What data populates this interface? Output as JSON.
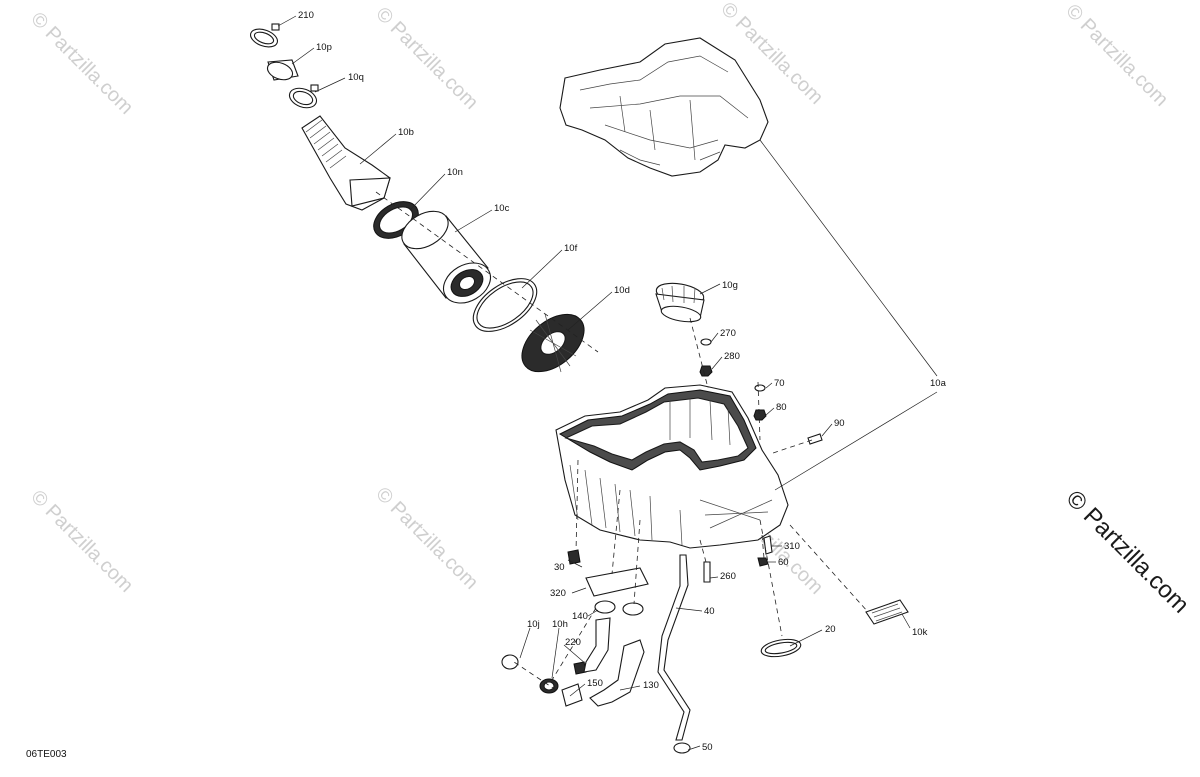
{
  "diagram_code": "06TE003",
  "watermark_text": "© Partzilla.com",
  "callouts": {
    "c210": "210",
    "c10p": "10p",
    "c10q": "10q",
    "c10b": "10b",
    "c10n": "10n",
    "c10c": "10c",
    "c10f": "10f",
    "c10d": "10d",
    "c10g": "10g",
    "c270": "270",
    "c280": "280",
    "c70": "70",
    "c80": "80",
    "c90": "90",
    "c10a": "10a",
    "c310": "310",
    "c60": "60",
    "c260": "260",
    "c30": "30",
    "c320": "320",
    "c140": "140",
    "c40": "40",
    "c10j": "10j",
    "c10h": "10h",
    "c220": "220",
    "c150": "150",
    "c130": "130",
    "c20": "20",
    "c10k": "10k",
    "c50": "50"
  }
}
